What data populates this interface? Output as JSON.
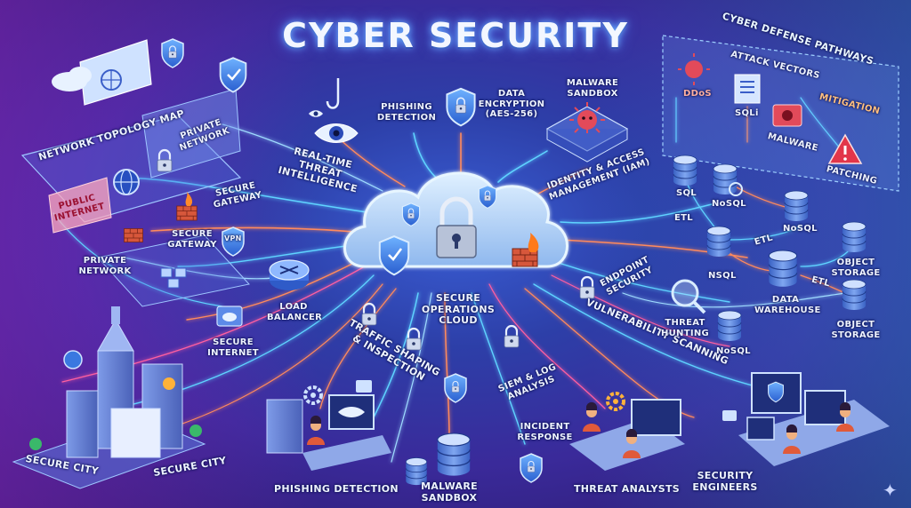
{
  "title": "CYBER SECURITY",
  "labels": {
    "network_topology_map": "NETWORK TOPOLOGY MAP",
    "private_network_top": "PRIVATE NETWORK",
    "public_internet": "PUBLIC INTERNET",
    "secure_gateway_top": "SECURE GATEWAY",
    "secure_gateway_mid": "SECURE GATEWAY",
    "vpn": "VPN",
    "private_network_bottom": "PRIVATE NETWORK",
    "load_balancer": "LOAD BALANCER",
    "secure_internet": "SECURE INTERNET",
    "real_time_threat_intelligence": "REAL-TIME THREAT INTELLIGENCE",
    "phishing_detection_top": "PHISHING DETECTION",
    "data_encryption": "DATA ENCRYPTION (AES-256)",
    "malware_sandbox_top": "MALWARE SANDBOX",
    "identity_access_management": "IDENTITY & ACCESS MANAGEMENT (IAM)",
    "secure_operations_cloud": "SECURE OPERATIONS CLOUD",
    "endpoint_security": "ENDPOINT SECURITY",
    "traffic_shaping": "TRAFFIC SHAPING & INSPECTION",
    "siem_log_analysis": "SIEM & LOG ANALYSIS",
    "vulnerability_scanning": "VULNERABILITY SCANNING",
    "incident_response": "INCIDENT RESPONSE",
    "cyber_defense_pathways": "CYBER DEFENSE PATHWAYS",
    "attack_vectors": "ATTACK VECTORS",
    "ddos": "DDoS",
    "sqli": "SQLi",
    "malware": "MALWARE",
    "mitigation": "MITIGATION",
    "patching": "PATCHING",
    "sql": "SQL",
    "nosql_1": "NoSQL",
    "nosql_2": "NoSQL",
    "nosql_3": "NoSQL",
    "nsql": "NSQL",
    "etl_1": "ETL",
    "etl_2": "ETL",
    "etl_3": "ETL",
    "object_storage_1": "OBJECT STORAGE",
    "object_storage_2": "OBJECT STORAGE",
    "data_warehouse": "DATA WAREHOUSE",
    "threat_hunting": "THREAT HUNTING",
    "secure_city_1": "SECURE CITY",
    "secure_city_2": "SECURE CITY",
    "phishing_detection_bottom": "PHISHING DETECTION",
    "malware_sandbox_bottom": "MALWARE SANDBOX",
    "threat_analysts": "THREAT ANALYSTS",
    "security_engineers": "SECURITY ENGINEERS"
  },
  "colors": {
    "line_cyan": "#5fd3ff",
    "line_orange": "#ff8a5c",
    "line_pink": "#ff5fa0",
    "cloud": "#cfe6ff",
    "shield": "#3b8cff",
    "firewall": "#e0553a",
    "db": "#4a78d6"
  }
}
